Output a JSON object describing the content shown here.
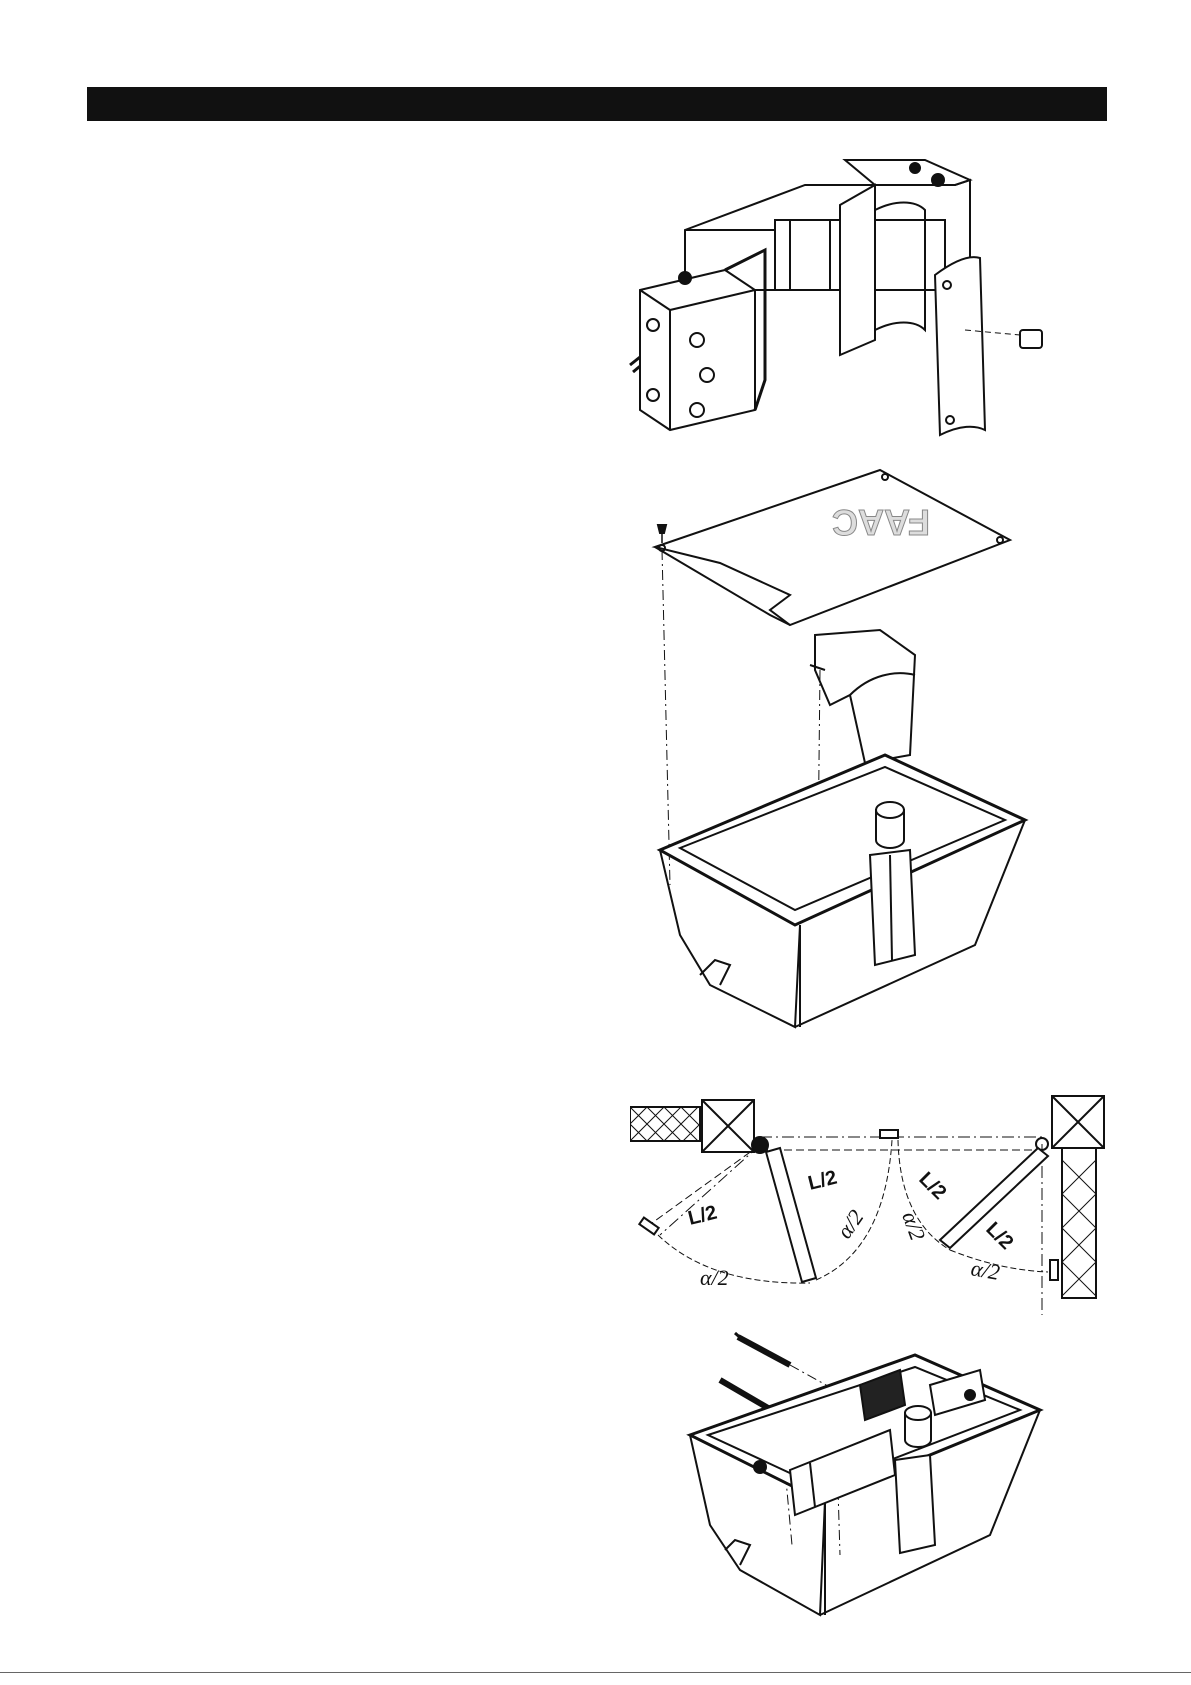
{
  "header": {
    "bar_color": "#111111"
  },
  "figures": {
    "cover_plate": {
      "logo_text": "FAAC"
    },
    "geometry": {
      "half_length_label": "L/2",
      "half_angle_label": "α/2"
    }
  }
}
